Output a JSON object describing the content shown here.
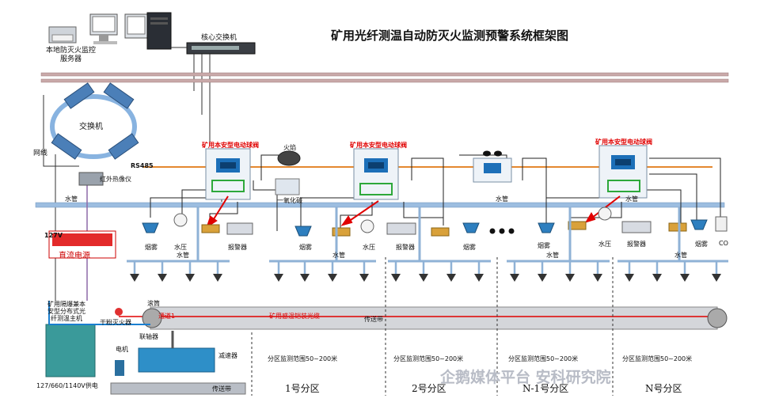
{
  "title": "矿用光纤测温自动防灭火监测预警系统框架图",
  "labels": {
    "server": "本地防灭火监控\n服务器",
    "core_switch": "核心交换机",
    "switch": "交换机",
    "network_line": "网线",
    "rs485": "RS485",
    "ir_camera": "红外热像仪",
    "water_pipe": "水管",
    "dc_power": "直流电源",
    "voltage_127": "127V",
    "host": "矿用隔爆兼本\n安型分布式光\n纤测温主机",
    "supply": "127/660/1140V供电",
    "valve": "矿用本安型电动球阀",
    "flame": "火焰",
    "co_sensor": "一氧化碳",
    "smoke": "烟雾",
    "water_pressure": "水压",
    "alarm": "报警器",
    "co": "CO",
    "roller": "滚筒",
    "channel": "通道1",
    "fiber": "矿用感温铠装光缆",
    "conveyor": "传送带",
    "dry_powder": "干粉灭火器",
    "coupling": "联轴器",
    "motor": "电机",
    "reducer": "减速器",
    "conveyor_belt": "传送带",
    "zone_range": "分区监测范围50~200米",
    "zones": [
      "1号分区",
      "2号分区",
      "N-1号分区",
      "N号分区"
    ],
    "watermark": "企鹅媒体平台 安科研究院"
  },
  "colors": {
    "pipe": "#7fa6cc",
    "signal": "#e4882f",
    "power": "#8d6aa8",
    "fiber": "#e00000",
    "device_blue": "#2e7fbf",
    "host_teal": "#2f9a9a"
  }
}
